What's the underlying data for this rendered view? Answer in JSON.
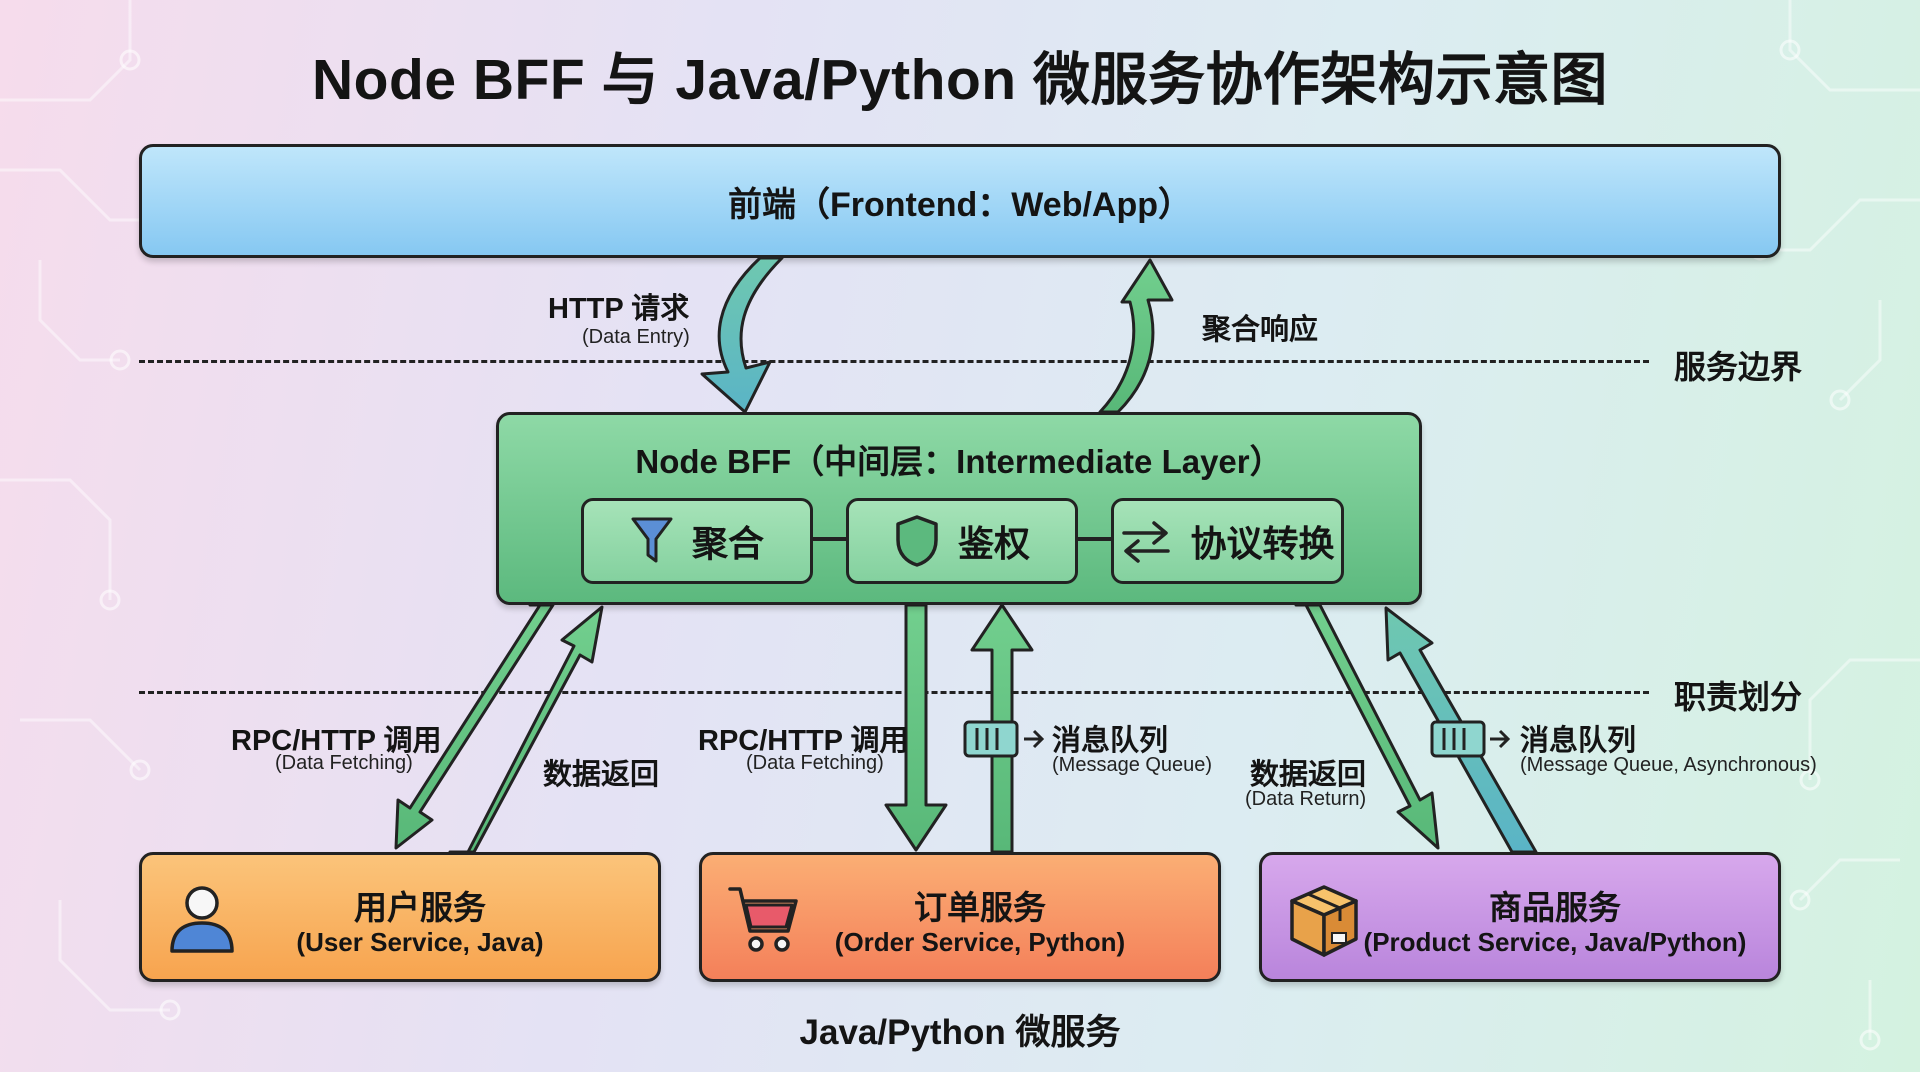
{
  "title": "Node BFF 与 Java/Python 微服务协作架构示意图",
  "frontend": {
    "label": "前端（Frontend：Web/App）"
  },
  "boundaries": {
    "service_boundary": "服务边界",
    "responsibility_division": "职责划分"
  },
  "flows": {
    "http_request": {
      "label": "HTTP 请求",
      "sub": "(Data Entry)"
    },
    "aggregated_response": {
      "label": "聚合响应"
    },
    "rpc_user": {
      "label": "RPC/HTTP 调用",
      "sub": "(Data Fetching)"
    },
    "data_return_user": {
      "label": "数据返回"
    },
    "rpc_order": {
      "label": "RPC/HTTP 调用",
      "sub": "(Data Fetching)"
    },
    "mq_order": {
      "label": "消息队列",
      "sub": "(Message Queue)"
    },
    "data_return_product": {
      "label": "数据返回",
      "sub": "(Data Return)"
    },
    "mq_product": {
      "label": "消息队列",
      "sub": "(Message Queue, Asynchronous)"
    }
  },
  "bff": {
    "title": "Node BFF（中间层：Intermediate Layer）",
    "features": [
      {
        "label": "聚合",
        "icon": "funnel-icon"
      },
      {
        "label": "鉴权",
        "icon": "shield-icon"
      },
      {
        "label": "协议转换",
        "icon": "swap-arrows-icon"
      }
    ]
  },
  "services": [
    {
      "name": "用户服务",
      "sub": "(User Service, Java)",
      "icon": "user-icon"
    },
    {
      "name": "订单服务",
      "sub": "(Order Service, Python)",
      "icon": "cart-icon"
    },
    {
      "name": "商品服务",
      "sub": "(Product Service, Java/Python)",
      "icon": "package-icon"
    }
  ],
  "footer": "Java/Python 微服务",
  "colors": {
    "frontend": "#86c8f2",
    "bff": "#5cb97e",
    "arrow_blue_green": "#5cbfa6",
    "arrow_green": "#62c384",
    "user_service": "#f7a44f",
    "order_service": "#f4805a",
    "product_service": "#b985dc"
  }
}
